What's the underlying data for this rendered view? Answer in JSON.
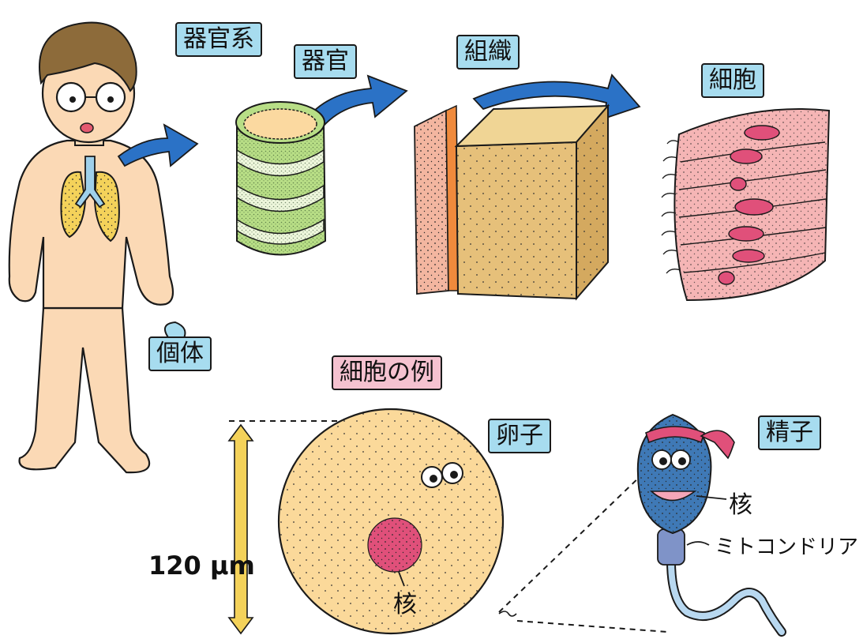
{
  "labels": {
    "organ_system": "器官系",
    "organ": "器官",
    "tissue": "組織",
    "cell": "細胞",
    "individual": "個体",
    "cell_examples": "細胞の例",
    "egg": "卵子",
    "sperm": "精子"
  },
  "egg": {
    "size": "120 μm",
    "nucleus": "核"
  },
  "sperm": {
    "nucleus": "核",
    "mitochondria": "ミトコンドリア"
  },
  "colors": {
    "label_blue": "#a7dcef",
    "label_pink": "#f5c2d0",
    "skin": "#fbd9b5",
    "lung": "#f4d25a",
    "trachea": "#9fd0ea",
    "organ_green": "#b8de86",
    "tissue_tan": "#e6c07a",
    "cell_pink": "#f5b5b5",
    "nucleus_red": "#e0507a",
    "egg_fill": "#fbd99a",
    "arrow_blue": "#2b72c6",
    "sperm_head": "#3f79b6",
    "headband": "#e0507a"
  }
}
